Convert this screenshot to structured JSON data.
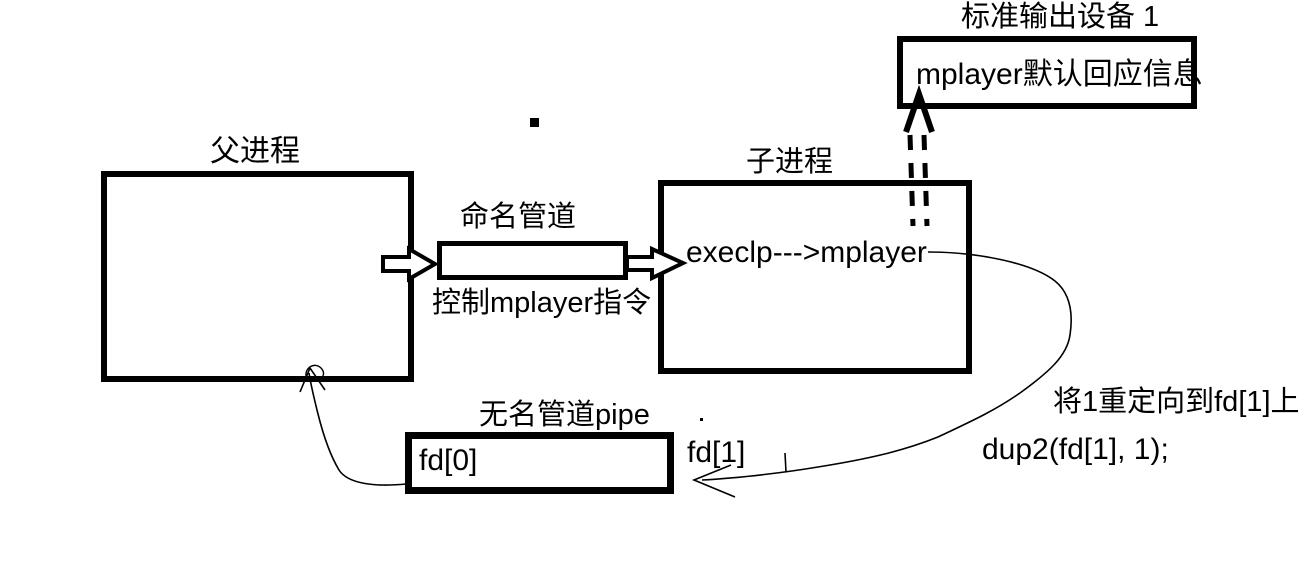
{
  "boxes": {
    "parent": {
      "title": "父进程"
    },
    "named_pipe": {
      "title": "命名管道",
      "caption": "控制mplayer指令"
    },
    "child": {
      "title": "子进程",
      "content": "execlp--->mplayer"
    },
    "stdout_device": {
      "title": "标准输出设备 1",
      "content": "mplayer默认回应信息"
    },
    "unnamed_pipe": {
      "title": "无名管道pipe",
      "fd0": "fd[0]",
      "fd1": "fd[1]"
    }
  },
  "annotations": {
    "redirect_note": "将1重定向到fd[1]上",
    "dup2_code": "dup2(fd[1], 1);"
  },
  "colors": {
    "ink": "#000000",
    "background": "#ffffff"
  }
}
